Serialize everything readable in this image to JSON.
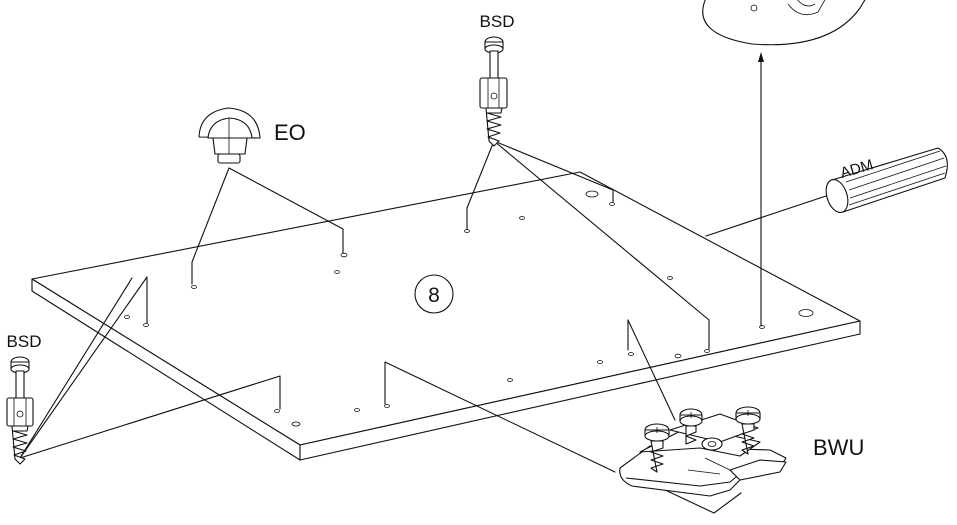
{
  "labels": {
    "bsd_top": "BSD",
    "eo": "EO",
    "adm": "ADM",
    "bsd_left": "BSD",
    "bwu": "BWU",
    "step": "8"
  },
  "icons": [
    "bsd-cam-bolt-icon",
    "eo-shelf-support-icon",
    "adm-dowel-icon",
    "bwu-hinge-plate-icon"
  ],
  "colors": {
    "line": "#111111",
    "background": "#ffffff"
  }
}
